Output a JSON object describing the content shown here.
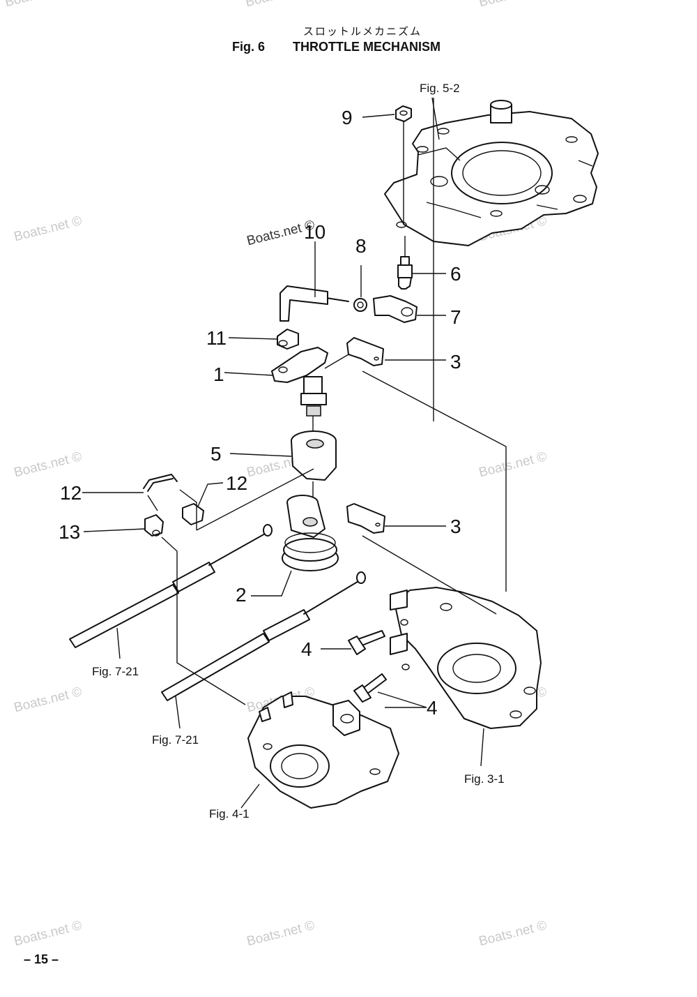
{
  "header": {
    "jp_title": "スロットルメカニズム",
    "fig_number": "Fig. 6",
    "fig_title": "THROTTLE MECHANISM"
  },
  "footer": {
    "page_number": "– 15 –"
  },
  "watermark": "Boats.net ©",
  "part_labels": {
    "p1": "1",
    "p2": "2",
    "p3a": "3",
    "p3b": "3",
    "p4a": "4",
    "p4b": "4",
    "p5": "5",
    "p6": "6",
    "p7": "7",
    "p8": "8",
    "p9": "9",
    "p10": "10",
    "p11": "11",
    "p12a": "12",
    "p12b": "12",
    "p13": "13"
  },
  "figure_refs": {
    "fig5_2": "Fig. 5-2",
    "fig7_21a": "Fig. 7-21",
    "fig7_21b": "Fig. 7-21",
    "fig3_1": "Fig. 3-1",
    "fig4_1": "Fig. 4-1"
  }
}
